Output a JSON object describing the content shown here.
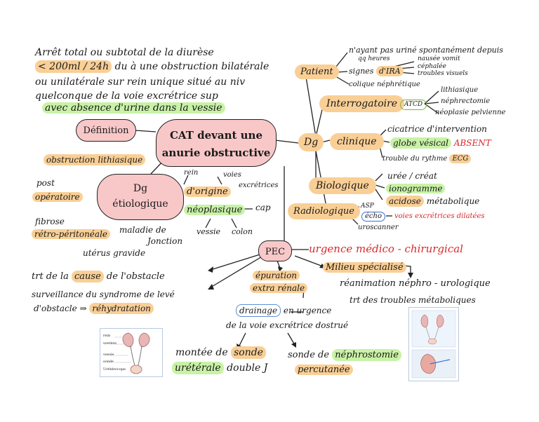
{
  "definition": {
    "lines": [
      "Arrêt total ou subtotal de la diurèse",
      "du à une obstruction bilatérale",
      "ou unilatérale sur rein unique situé au niv",
      "quelconque de la voie excrétrice sup",
      "avec absence d'urine dans la vessie"
    ],
    "volume": "< 200ml / 24h",
    "node": "Définition"
  },
  "center": {
    "line1": "CAT devant une",
    "line2": "anurie obstructive"
  },
  "etiology": {
    "node_line1": "Dg",
    "node_line2": "étiologique",
    "lithiasique": "obstruction lithiasique",
    "post1": "post",
    "post2": "opératoire",
    "fibrose1": "fibrose",
    "fibrose2": "rétro-péritonéale",
    "jonction1": "maladie de",
    "jonction2": "Jonction",
    "uterus": "utérus gravide",
    "origine": "d'origine",
    "rein": "rein",
    "voies1": "voies",
    "voies2": "excrétrices",
    "neoplasique": "néoplasique",
    "cap": "cap",
    "vessie": "vessie",
    "colon": "colon"
  },
  "diagnosis": {
    "node": "Dg",
    "patient": {
      "label": "Patient",
      "n1": "n'ayant pas uriné spontanément depuis",
      "n2": "qq heures",
      "signes": "signes",
      "ira": "d'IRA",
      "nausee": "nausée vomit",
      "cephalee": "céphalée",
      "troubles": "troubles visuels",
      "colique": "colique néphrétique"
    },
    "interrogatoire": {
      "label": "Interrogatoire",
      "atcd": "ATCD",
      "a1": "lithiasique",
      "a2": "néphrectomie",
      "a3": "néoplasie pelvienne"
    },
    "clinique": {
      "label": "clinique",
      "c1": "cicatrice d'intervention",
      "c2a": "globe vésical",
      "c2b": "ABSENT",
      "c3": "trouble du rythme",
      "ecg": "ECG"
    },
    "biologique": {
      "label": "Biologique",
      "b1": "urée / créat",
      "b2": "ionogramme",
      "b3a": "acidose",
      "b3b": "métabolique"
    },
    "radiologique": {
      "label": "Radiologique",
      "asp": "ASP",
      "echo": "écho",
      "voies": "voies excrétrices dilatées",
      "uro": "uroscanner"
    }
  },
  "pec": {
    "node": "PEC",
    "urgence": "urgence médico - chirurgical",
    "milieu": "Milieu spécialisé",
    "rea": "réanimation néphro - urologique",
    "trt_meta": "trt des troubles métaboliques",
    "cause1": "trt de la",
    "cause2": "cause",
    "cause3": "de l'obstacle",
    "surv1": "surveillance du syndrome de levé",
    "surv2": "d'obstacle",
    "rehyd": "réhydratation",
    "epuration1": "épuration",
    "epuration2": "extra rénale",
    "drainage": "drainage",
    "drainage2": "en urgence",
    "drainage3": "de la voie excrétrice dostrué",
    "sonde_left1": "montée de",
    "sonde_left2": "sonde",
    "sonde_left3": "urétérale",
    "sonde_left4": "double J",
    "sonde_right1": "sonde de",
    "sonde_right2": "néphrostomie",
    "sonde_right3": "percutanée"
  },
  "illustration_labels": {
    "rein": "rein",
    "uretere": "uretère",
    "vessie": "vessie",
    "sonde": "sonde",
    "uretre": "Urétérocope"
  },
  "colors": {
    "orange": "#f9cf96",
    "green": "#c8f2a6",
    "pink": "#f8c8c8",
    "red": "#d8292c"
  }
}
